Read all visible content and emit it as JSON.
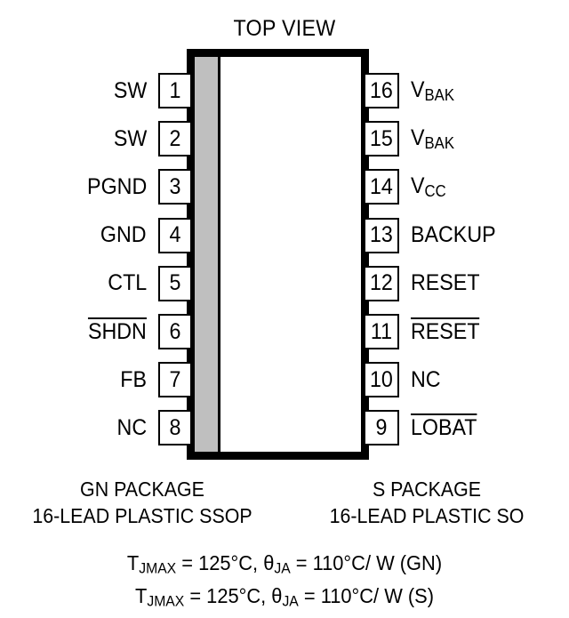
{
  "title": "TOP VIEW",
  "package": {
    "stripe_color": "#bfbfbf",
    "border_color": "#000000"
  },
  "pins": {
    "left": [
      {
        "number": "1",
        "label": "SW",
        "overline": false,
        "subscript": ""
      },
      {
        "number": "2",
        "label": "SW",
        "overline": false,
        "subscript": ""
      },
      {
        "number": "3",
        "label": "PGND",
        "overline": false,
        "subscript": ""
      },
      {
        "number": "4",
        "label": "GND",
        "overline": false,
        "subscript": ""
      },
      {
        "number": "5",
        "label": "CTL",
        "overline": false,
        "subscript": ""
      },
      {
        "number": "6",
        "label": "SHDN",
        "overline": true,
        "subscript": ""
      },
      {
        "number": "7",
        "label": "FB",
        "overline": false,
        "subscript": ""
      },
      {
        "number": "8",
        "label": "NC",
        "overline": false,
        "subscript": ""
      }
    ],
    "right": [
      {
        "number": "16",
        "label": "V",
        "overline": false,
        "subscript": "BAK"
      },
      {
        "number": "15",
        "label": "V",
        "overline": false,
        "subscript": "BAK"
      },
      {
        "number": "14",
        "label": "V",
        "overline": false,
        "subscript": "CC"
      },
      {
        "number": "13",
        "label": "BACKUP",
        "overline": false,
        "subscript": ""
      },
      {
        "number": "12",
        "label": "RESET",
        "overline": false,
        "subscript": ""
      },
      {
        "number": "11",
        "label": "RESET",
        "overline": true,
        "subscript": ""
      },
      {
        "number": "10",
        "label": "NC",
        "overline": false,
        "subscript": ""
      },
      {
        "number": "9",
        "label": "LOBAT",
        "overline": true,
        "subscript": ""
      }
    ]
  },
  "captions": {
    "gn": {
      "line1": "GN PACKAGE",
      "line2": "16-LEAD PLASTIC SSOP"
    },
    "s": {
      "line1": "S PACKAGE",
      "line2": "16-LEAD PLASTIC SO"
    }
  },
  "thermal": {
    "line1_parts": {
      "t": "T",
      "t_sub": "JMAX",
      "mid": " = 125°C, ",
      "theta": "θ",
      "theta_sub": "JA",
      "tail": " = 110°C/ W (GN)"
    },
    "line2_parts": {
      "t": "T",
      "t_sub": "JMAX",
      "mid": " = 125°C, ",
      "theta": "θ",
      "theta_sub": "JA",
      "tail": " = 110°C/ W (S)"
    }
  }
}
